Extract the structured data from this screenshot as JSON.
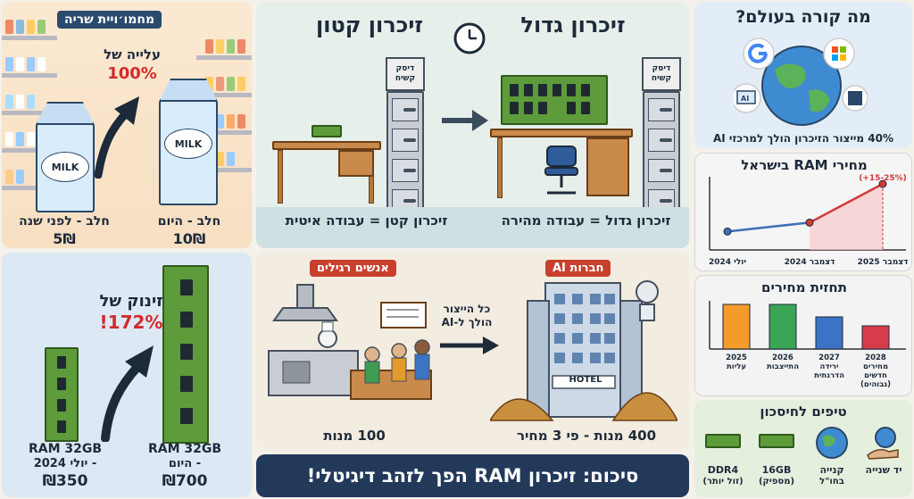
{
  "milk": {
    "title": "מחמו׳ויית שריה",
    "rise_label": "עלייה של",
    "rise_value": "100%",
    "carton_label": "MILK",
    "old_label": "חלב - לפני שנה",
    "old_price": "5₪",
    "new_label": "חלב - היום",
    "new_price": "10₪"
  },
  "memory": {
    "big_title": "זיכרון גדול",
    "small_title": "זיכרון קטון",
    "disk_label_1": "דיסק",
    "disk_label_2": "קשיח",
    "big_caption": "זיכרון גדול = עבודה מהירה",
    "small_caption": "זיכרון קטן = עבודה איטית"
  },
  "ram": {
    "jump_label": "זינוק של",
    "jump_value": "!172%",
    "old_line1": "RAM 32GB",
    "old_line2": "- יולי 2024",
    "old_price": "₪350",
    "new_line1": "RAM 32GB",
    "new_line2": "- היום",
    "new_price": "₪700"
  },
  "kitchen": {
    "regular_tag": "אנשים רגילים",
    "ai_tag": "חברות AI",
    "arrow_text_1": "כל הייצור",
    "arrow_text_2": "הולך ל-AI",
    "hotel_sign": "HOTEL",
    "left_caption": "100 מנות",
    "right_caption": "400 מנות - פי 3 מחיר"
  },
  "summary": {
    "text": "סיכום: זיכרון RAM הפך לזהב דיגיטלי!"
  },
  "world": {
    "title": "מה קורה בעולם?",
    "caption": "40% מייצור הזיכרון הולך למרכזי AI",
    "ai_label": "AI"
  },
  "israel": {
    "title": "מחירי RAM בישראל",
    "annotation": "(+15-25%)",
    "colors": {
      "blue": "#3f6fb6",
      "red": "#d43a3a"
    }
  },
  "forecast": {
    "title": "תחזית מחירים",
    "colors": [
      "#f39b2b",
      "#3aa655",
      "#3b74c4",
      "#d63c4a"
    ]
  },
  "tips": {
    "title": "טיפים לחיסכון",
    "items": [
      {
        "icon": "ram-stick-icon",
        "line1": "DDR4",
        "line2": "(זול יותר)"
      },
      {
        "icon": "ram-stick-icon",
        "line1": "16GB",
        "line2": "(מספיק)"
      },
      {
        "icon": "globe-icon",
        "line1": "קנייה",
        "line2": "בחו\"ל"
      },
      {
        "icon": "hand-globe-icon",
        "line1": "יד שנייה",
        "line2": ""
      }
    ]
  },
  "chart_data": [
    {
      "type": "line",
      "title": "מחירי RAM בישראל",
      "categories": [
        "יולי 2024",
        "דצמבר 2024",
        "דצמבר 2025"
      ],
      "series": [
        {
          "values": [
            1,
            1.6,
            4.2
          ]
        }
      ],
      "annotations": [
        "(+15-25%)"
      ],
      "grid": false
    },
    {
      "type": "bar",
      "title": "תחזית מחירים",
      "categories": [
        "2025 עליות",
        "2026 התייצבות",
        "2027 ירידה הדרגתית",
        "2028 מחירים חדשים (גבוהים)"
      ],
      "category_lines": [
        [
          "2025",
          "עליות"
        ],
        [
          "2026",
          "התייצבות"
        ],
        [
          "2027",
          "ירידה",
          "הדרגתית"
        ],
        [
          "2028",
          "מחירים",
          "חדשים",
          "(גבוהים)"
        ]
      ],
      "values": [
        100,
        100,
        72,
        52
      ],
      "grid": false
    }
  ]
}
